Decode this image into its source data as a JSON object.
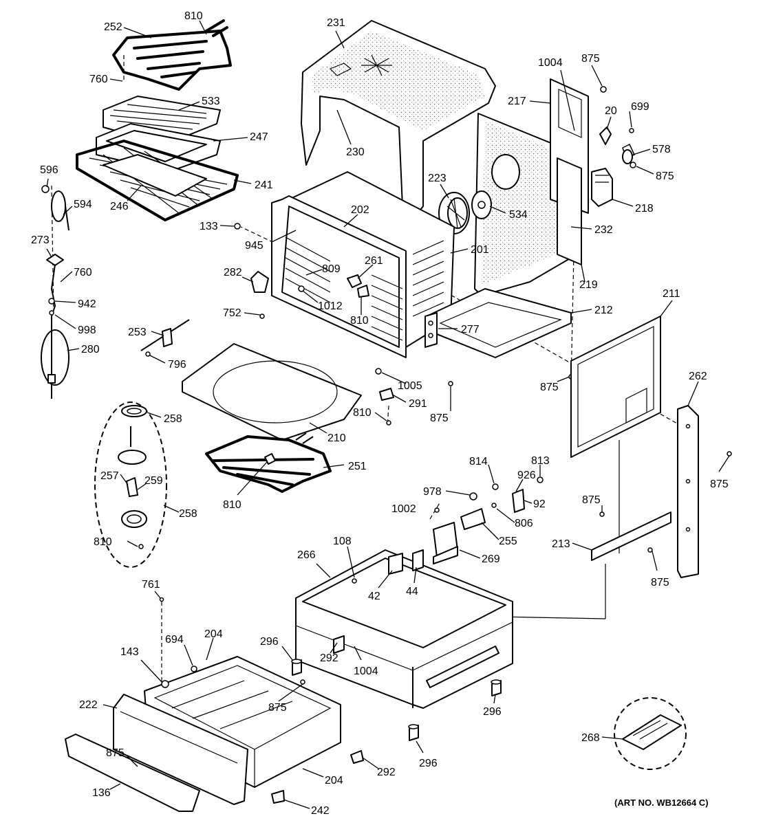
{
  "art_number": "(ART NO. WB12664 C)",
  "callouts": [
    {
      "id": "c252a",
      "text": "252"
    },
    {
      "id": "c810a",
      "text": "810"
    },
    {
      "id": "c760a",
      "text": "760"
    },
    {
      "id": "c533",
      "text": "533"
    },
    {
      "id": "c247",
      "text": "247"
    },
    {
      "id": "c241",
      "text": "241"
    },
    {
      "id": "c246",
      "text": "246"
    },
    {
      "id": "c596",
      "text": "596"
    },
    {
      "id": "c594",
      "text": "594"
    },
    {
      "id": "c273",
      "text": "273"
    },
    {
      "id": "c760b",
      "text": "760"
    },
    {
      "id": "c942",
      "text": "942"
    },
    {
      "id": "c998",
      "text": "998"
    },
    {
      "id": "c280",
      "text": "280"
    },
    {
      "id": "c231",
      "text": "231"
    },
    {
      "id": "c230",
      "text": "230"
    },
    {
      "id": "c1004a",
      "text": "1004"
    },
    {
      "id": "c875a",
      "text": "875"
    },
    {
      "id": "c217",
      "text": "217"
    },
    {
      "id": "c20",
      "text": "20"
    },
    {
      "id": "c699",
      "text": "699"
    },
    {
      "id": "c578",
      "text": "578"
    },
    {
      "id": "c875b",
      "text": "875"
    },
    {
      "id": "c218",
      "text": "218"
    },
    {
      "id": "c223",
      "text": "223"
    },
    {
      "id": "c534",
      "text": "534"
    },
    {
      "id": "c232",
      "text": "232"
    },
    {
      "id": "c202",
      "text": "202"
    },
    {
      "id": "c133",
      "text": "133"
    },
    {
      "id": "c945",
      "text": "945"
    },
    {
      "id": "c201",
      "text": "201"
    },
    {
      "id": "c261",
      "text": "261"
    },
    {
      "id": "c809",
      "text": "809"
    },
    {
      "id": "c282",
      "text": "282"
    },
    {
      "id": "c1012",
      "text": "1012"
    },
    {
      "id": "c810b",
      "text": "810"
    },
    {
      "id": "c219",
      "text": "219"
    },
    {
      "id": "c752",
      "text": "752"
    },
    {
      "id": "c212",
      "text": "212"
    },
    {
      "id": "c211",
      "text": "211"
    },
    {
      "id": "c277",
      "text": "277"
    },
    {
      "id": "c253",
      "text": "253"
    },
    {
      "id": "c796",
      "text": "796"
    },
    {
      "id": "c1005",
      "text": "1005"
    },
    {
      "id": "c875c",
      "text": "875"
    },
    {
      "id": "c262",
      "text": "262"
    },
    {
      "id": "c291",
      "text": "291"
    },
    {
      "id": "c810c",
      "text": "810"
    },
    {
      "id": "c875d",
      "text": "875"
    },
    {
      "id": "c258a",
      "text": "258"
    },
    {
      "id": "c210",
      "text": "210"
    },
    {
      "id": "c251",
      "text": "251"
    },
    {
      "id": "c257",
      "text": "257"
    },
    {
      "id": "c259",
      "text": "259"
    },
    {
      "id": "c810d",
      "text": "810"
    },
    {
      "id": "c875e",
      "text": "875"
    },
    {
      "id": "c258b",
      "text": "258"
    },
    {
      "id": "c814",
      "text": "814"
    },
    {
      "id": "c926",
      "text": "926"
    },
    {
      "id": "c813",
      "text": "813"
    },
    {
      "id": "c978",
      "text": "978"
    },
    {
      "id": "c92",
      "text": "92"
    },
    {
      "id": "c1002",
      "text": "1002"
    },
    {
      "id": "c806",
      "text": "806"
    },
    {
      "id": "c875f",
      "text": "875"
    },
    {
      "id": "c255",
      "text": "255"
    },
    {
      "id": "c810e",
      "text": "810"
    },
    {
      "id": "c213",
      "text": "213"
    },
    {
      "id": "c108",
      "text": "108"
    },
    {
      "id": "c266",
      "text": "266"
    },
    {
      "id": "c269",
      "text": "269"
    },
    {
      "id": "c875g",
      "text": "875"
    },
    {
      "id": "c42",
      "text": "42"
    },
    {
      "id": "c44",
      "text": "44"
    },
    {
      "id": "c761",
      "text": "761"
    },
    {
      "id": "c694",
      "text": "694"
    },
    {
      "id": "c204a",
      "text": "204"
    },
    {
      "id": "c143",
      "text": "143"
    },
    {
      "id": "c296a",
      "text": "296"
    },
    {
      "id": "c292a",
      "text": "292"
    },
    {
      "id": "c1004b",
      "text": "1004"
    },
    {
      "id": "c222",
      "text": "222"
    },
    {
      "id": "c875h",
      "text": "875"
    },
    {
      "id": "c296b",
      "text": "296"
    },
    {
      "id": "c268",
      "text": "268"
    },
    {
      "id": "c875i",
      "text": "875"
    },
    {
      "id": "c292b",
      "text": "292"
    },
    {
      "id": "c296c",
      "text": "296"
    },
    {
      "id": "c136",
      "text": "136"
    },
    {
      "id": "c204b",
      "text": "204"
    },
    {
      "id": "c242",
      "text": "242"
    }
  ]
}
